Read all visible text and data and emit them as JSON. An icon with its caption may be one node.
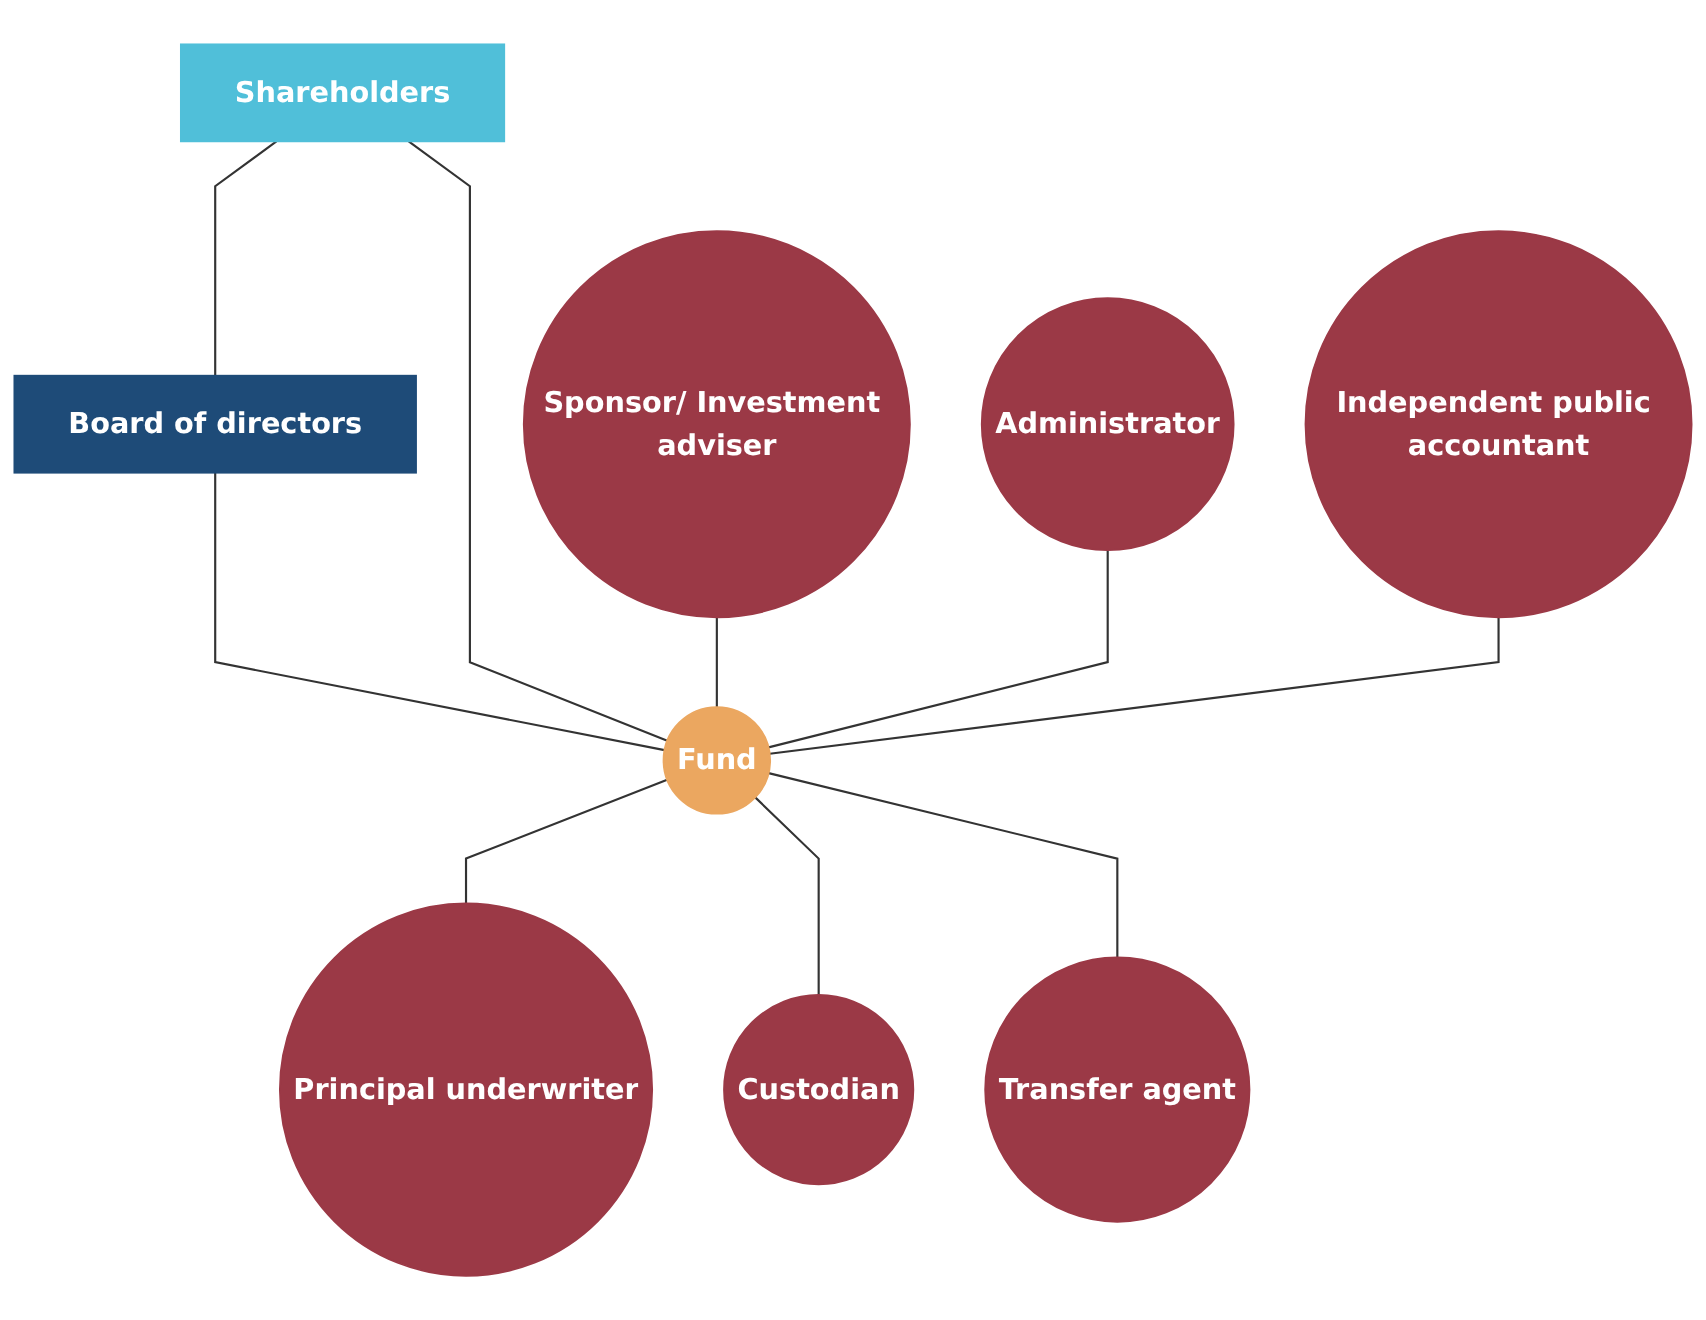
{
  "diagram": {
    "nodes": [
      {
        "text": [
          "Shareholders"
        ]
      },
      {
        "text": [
          "Board of directors"
        ]
      },
      {
        "text": [
          "Sponsor/ Investment adviser"
        ]
      },
      {
        "text": [
          "Administrator"
        ]
      },
      {
        "text": [
          "Independent public accountant"
        ]
      },
      {
        "text": [
          "Fund"
        ]
      },
      {
        "text": [
          "Principal underwriter"
        ]
      },
      {
        "text": [
          "Custodian"
        ]
      },
      {
        "text": [
          "Transfer agent"
        ]
      }
    ],
    "edges": [
      {
        "from": 0,
        "to": 1,
        "arrow": "none"
      },
      {
        "from": 1,
        "to": 5,
        "arrow": "none"
      },
      {
        "from": 0,
        "to": 5,
        "arrow": "none"
      },
      {
        "from": 2,
        "to": 5,
        "arrow": "none"
      },
      {
        "from": 3,
        "to": 5,
        "arrow": "none"
      },
      {
        "from": 4,
        "to": 5,
        "arrow": "none"
      },
      {
        "from": 5,
        "to": 6,
        "arrow": "none"
      },
      {
        "from": 5,
        "to": 7,
        "arrow": "none"
      },
      {
        "from": 5,
        "to": 8,
        "arrow": "none"
      }
    ]
  }
}
